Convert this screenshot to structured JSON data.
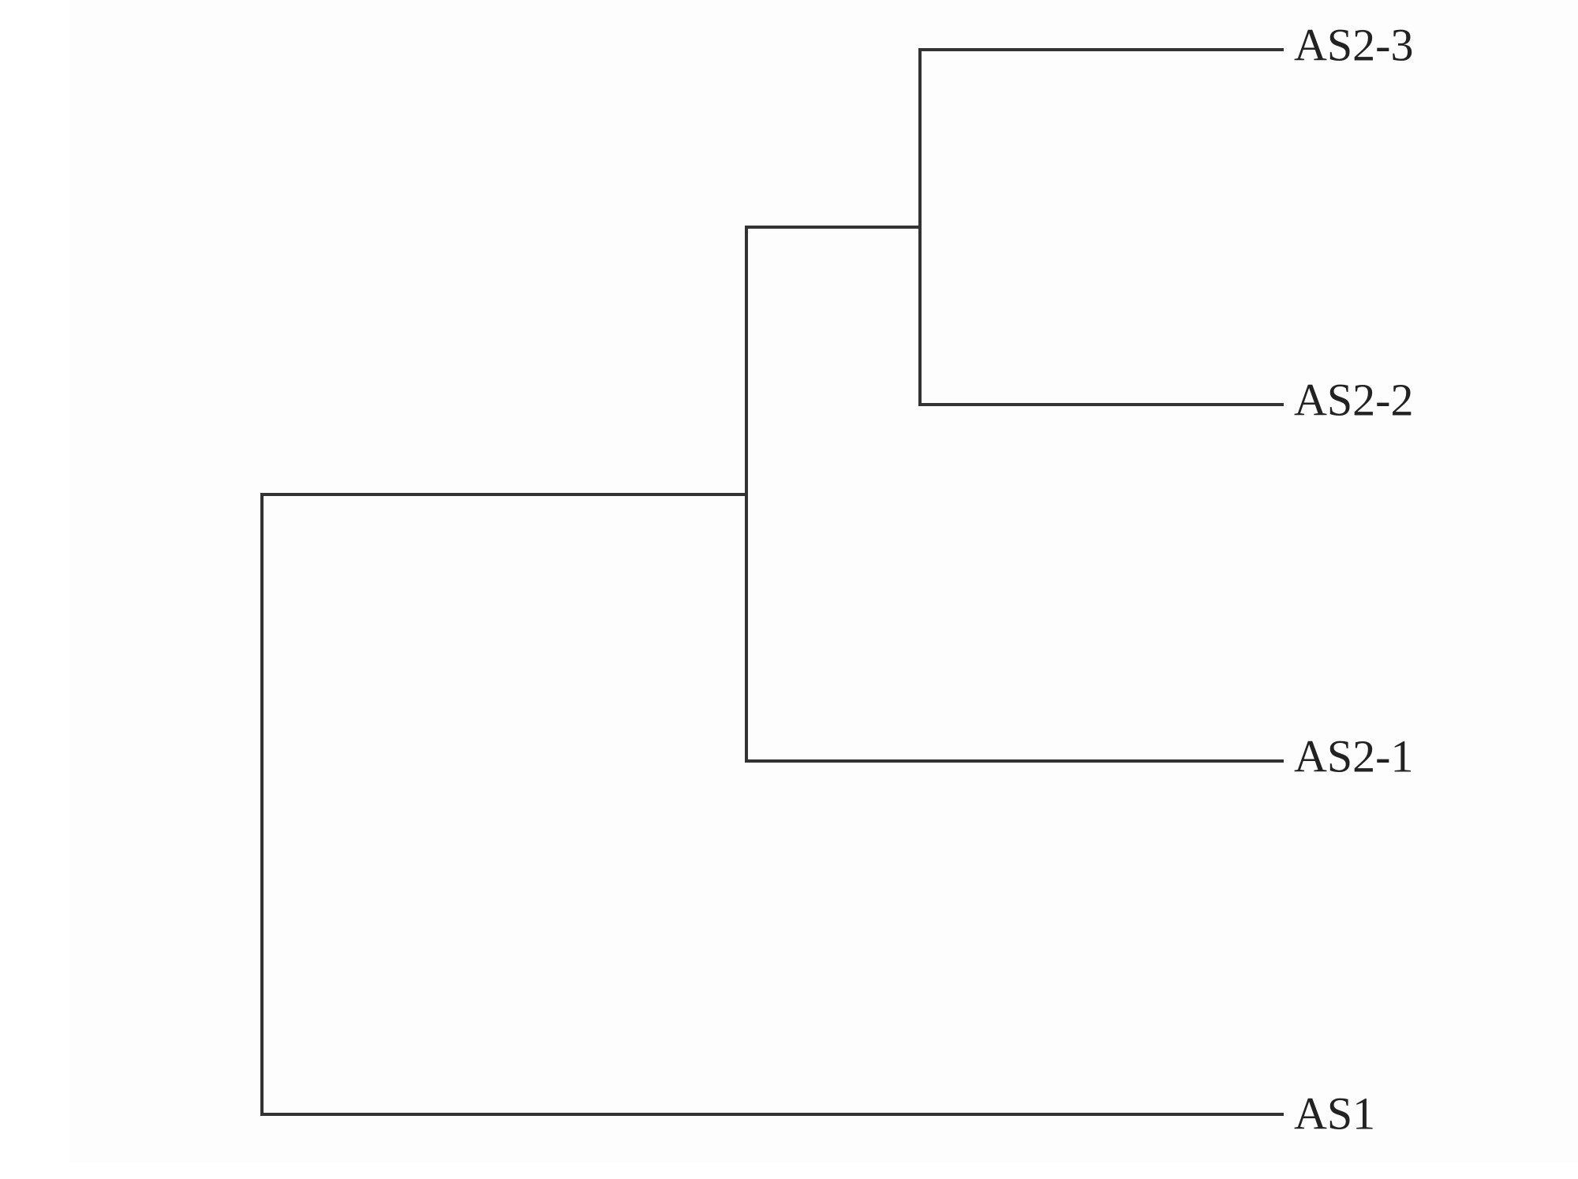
{
  "dendrogram": {
    "leaves": [
      "AS2-3",
      "AS2-2",
      "AS2-1",
      "AS1"
    ],
    "line_color": "#333333",
    "text_color": "#222222",
    "background": "#fdfdfd"
  }
}
